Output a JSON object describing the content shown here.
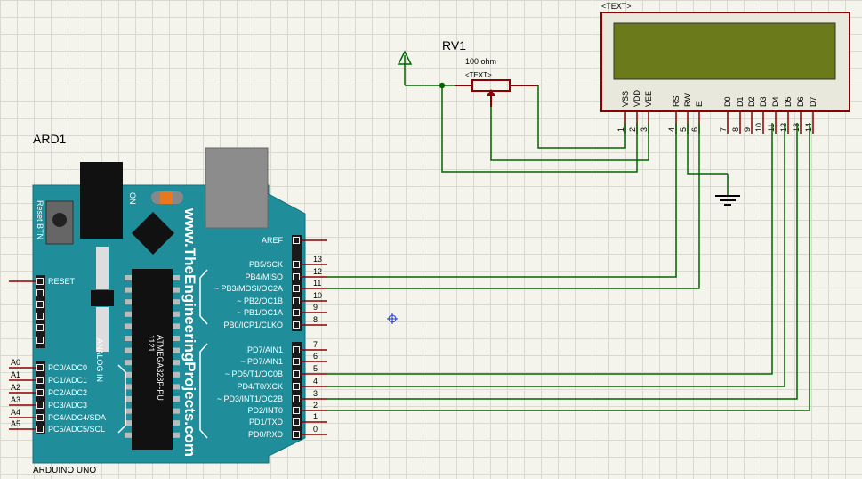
{
  "parts": {
    "arduino": {
      "ref": "ARD1",
      "name": "ARDUINO UNO",
      "website": "www.TheEngineeringProjects.com",
      "chip": "ATMEGA328P-PU",
      "chip_num": "1121",
      "reset_btn": "Reset BTN",
      "on_label": "ON",
      "analog_label": "ANALOG IN",
      "reset_pin": "RESET",
      "right_top": [
        "AREF",
        "PB5/SCK",
        "PB4/MISO",
        "~ PB3/MOSI/OC2A",
        "~ PB2/OC1B",
        "~ PB1/OC1A",
        "PB0/ICP1/CLKO"
      ],
      "right_top_nums": [
        "13",
        "12",
        "11",
        "10",
        "9",
        "8"
      ],
      "right_bottom": [
        "PD7/AIN1",
        "~ PD7/AIN1",
        "~ PD5/T1/OC0B",
        "PD4/T0/XCK",
        "~ PD3/INT1/OC2B",
        "PD2/INT0",
        "PD1/TXD",
        "PD0/RXD"
      ],
      "right_bottom_nums": [
        "7",
        "6",
        "5",
        "4",
        "3",
        "2",
        "1",
        "0"
      ],
      "analog_pins": [
        "PC0/ADC0",
        "PC1/ADC1",
        "PC2/ADC2",
        "PC3/ADC3",
        "PC4/ADC4/SDA",
        "PC5/ADC5/SCL"
      ],
      "analog_nets": [
        "A0",
        "A1",
        "A2",
        "A3",
        "A4",
        "A5"
      ]
    },
    "pot": {
      "ref": "RV1",
      "value": "100 ohm",
      "text": "<TEXT>"
    },
    "lcd": {
      "text": "<TEXT>",
      "pins": [
        "VSS",
        "VDD",
        "VEE",
        "RS",
        "RW",
        "E",
        "D0",
        "D1",
        "D2",
        "D3",
        "D4",
        "D5",
        "D6",
        "D7"
      ],
      "pin_nums": [
        "1",
        "2",
        "3",
        "4",
        "5",
        "6",
        "7",
        "8",
        "9",
        "10",
        "11",
        "12",
        "13",
        "14"
      ]
    }
  },
  "colors": {
    "board": "#1f8e9a",
    "wire": "#006400",
    "part_outline": "#8b0000",
    "lcd_screen": "#6b7a1a",
    "lcd_body": "#e8e8dc",
    "pin_stub": "#8b0000"
  }
}
